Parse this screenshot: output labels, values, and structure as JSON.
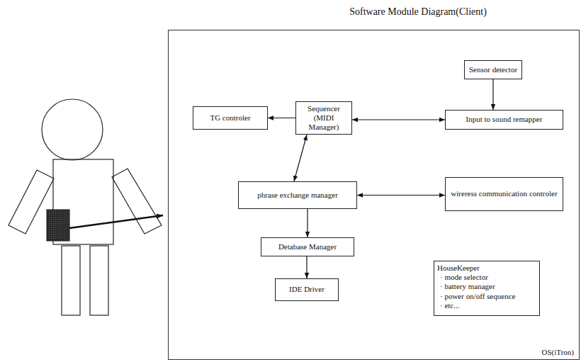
{
  "diagram": {
    "title": "Software Module Diagram(Client)",
    "nodes": [
      {
        "text": [
          "OS(iTron)"
        ]
      },
      {
        "text": [
          "Sensor detector"
        ],
        "in": 0
      },
      {
        "text": [
          "TG controler"
        ],
        "in": 0
      },
      {
        "text": [
          "Sequencer (MIDI Manager)"
        ],
        "in": 0
      },
      {
        "text": [
          "Input to sound remapper"
        ],
        "in": 0
      },
      {
        "text": [
          "phrase exchange manager"
        ],
        "in": 0
      },
      {
        "text": [
          "wireress communication controler"
        ],
        "in": 0
      },
      {
        "text": [
          "Detabase Manager"
        ],
        "in": 0
      },
      {
        "text": [
          "HouseKeeper",
          "· mode selector",
          "· battery manager",
          "· power on/off sequence",
          "· etc..."
        ],
        "in": 0
      },
      {
        "text": [
          "IDE Driver"
        ],
        "in": 0
      }
    ],
    "edges": [
      {
        "from": 1,
        "to": 4,
        "arrow": "to"
      },
      {
        "from": 3,
        "to": 2,
        "arrow": "to"
      },
      {
        "from": 3,
        "to": 4,
        "arrow": "both"
      },
      {
        "from": 3,
        "to": 5,
        "arrow": "both"
      },
      {
        "from": 5,
        "to": 6,
        "arrow": "both"
      },
      {
        "from": 5,
        "to": 7,
        "arrow": "to"
      },
      {
        "from": 7,
        "to": 9,
        "arrow": "to"
      }
    ]
  }
}
